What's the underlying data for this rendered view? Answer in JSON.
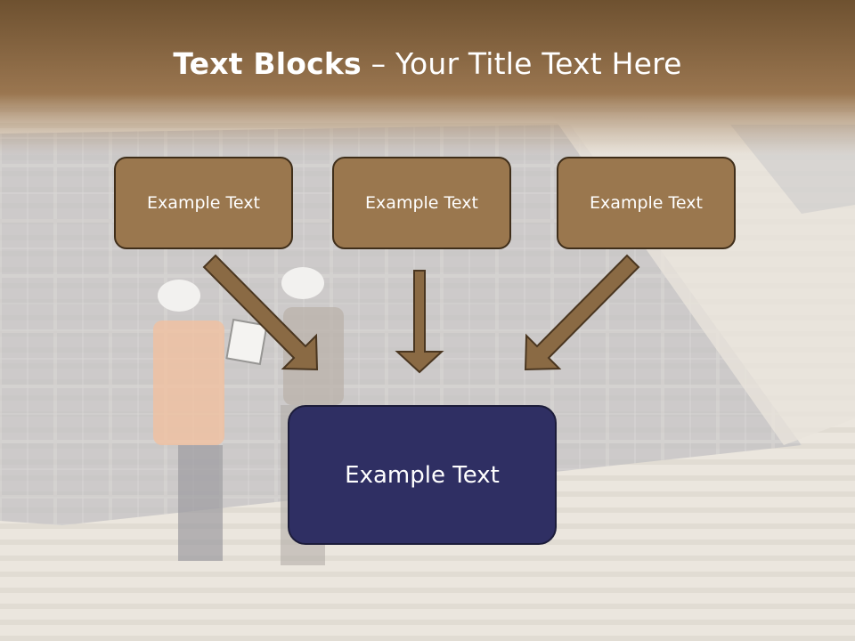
{
  "title": {
    "bold": "Text Blocks",
    "rest": " – Your Title Text Here"
  },
  "blocks": {
    "top": [
      "Example Text",
      "Example Text",
      "Example Text"
    ],
    "bottom": "Example Text"
  },
  "colors": {
    "header": "#7a5a34",
    "block": "#9a774e",
    "block_border": "#3f2e1a",
    "main_block": "#2f2f63",
    "arrow": "#8a6a44"
  }
}
